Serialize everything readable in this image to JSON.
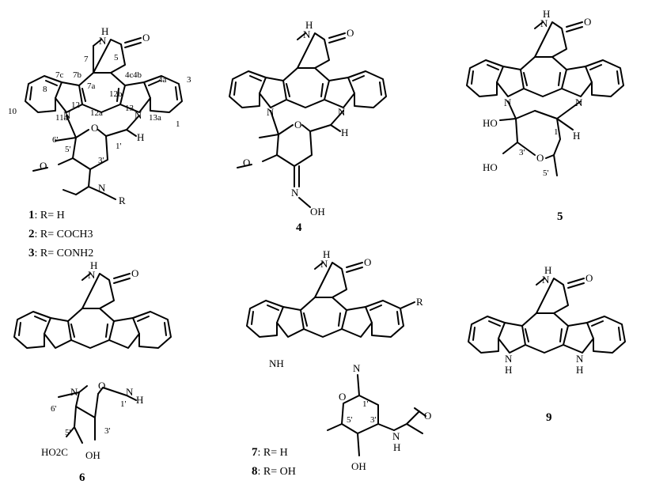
{
  "compounds": [
    {
      "id": "c1",
      "number": "1",
      "r": "R= H"
    },
    {
      "id": "c2",
      "number": "2",
      "r": "R= COCH3"
    },
    {
      "id": "c3",
      "number": "3",
      "r": "R= CONH2"
    },
    {
      "id": "c4",
      "number": "4"
    },
    {
      "id": "c5",
      "number": "5"
    },
    {
      "id": "c6",
      "number": "6"
    },
    {
      "id": "c7",
      "number": "7",
      "r": "R= H"
    },
    {
      "id": "c8",
      "number": "8",
      "r": "R= OH"
    },
    {
      "id": "c9",
      "number": "9"
    }
  ],
  "atoms": {
    "H": "H",
    "N": "N",
    "O": "O",
    "R": "R",
    "HO": "HO",
    "OH": "OH",
    "HO2C": "HO2C",
    "NH": "NH"
  },
  "numbering": {
    "n7": "7",
    "n5": "5",
    "n4c": "4c",
    "n7c": "7c",
    "n7b": "7b",
    "n7a": "7a",
    "n12b": "12b",
    "n4b": "4b",
    "n4a": "4a",
    "n3": "3",
    "n8": "8",
    "n10": "10",
    "n12": "12",
    "n12a": "12a",
    "n13": "13",
    "n11a": "11a",
    "n13a": "13a",
    "n1": "1",
    "n6p": "6'",
    "n5p": "5'",
    "n1p": "1'",
    "n3p": "3'"
  }
}
